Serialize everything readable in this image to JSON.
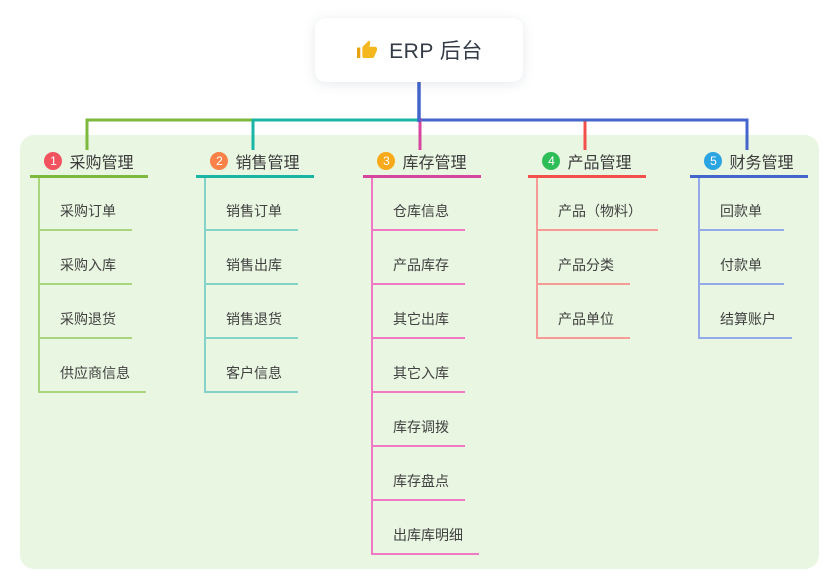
{
  "root": {
    "label": "ERP 后台",
    "icon": "thumbs-up",
    "icon_color": "#f4b81e"
  },
  "canvas_bg": "#ffffff",
  "panel_color": "#e9f6e2",
  "branches": [
    {
      "num": "1",
      "title": "采购管理",
      "badge_color": "#f1545f",
      "line_color": "#7cb93e",
      "light_line_color": "#a9d57d",
      "children": [
        "采购订单",
        "采购入库",
        "采购退货",
        "供应商信息"
      ]
    },
    {
      "num": "2",
      "title": "销售管理",
      "badge_color": "#fa8148",
      "line_color": "#19b5a5",
      "light_line_color": "#85d2c9",
      "children": [
        "销售订单",
        "销售出库",
        "销售退货",
        "客户信息"
      ]
    },
    {
      "num": "3",
      "title": "库存管理",
      "badge_color": "#f9a91c",
      "line_color": "#d6459e",
      "light_line_color": "#ef79c2",
      "children": [
        "仓库信息",
        "产品库存",
        "其它出库",
        "其它入库",
        "库存调拨",
        "库存盘点",
        "出库库明细"
      ]
    },
    {
      "num": "4",
      "title": "产品管理",
      "badge_color": "#2fbd58",
      "line_color": "#f2504b",
      "light_line_color": "#f79b96",
      "children": [
        "产品（物料）",
        "产品分类",
        "产品单位"
      ]
    },
    {
      "num": "5",
      "title": "财务管理",
      "badge_color": "#2ba4e2",
      "line_color": "#4465cb",
      "light_line_color": "#94a9e8",
      "children": [
        "回款单",
        "付款单",
        "结算账户"
      ]
    }
  ]
}
